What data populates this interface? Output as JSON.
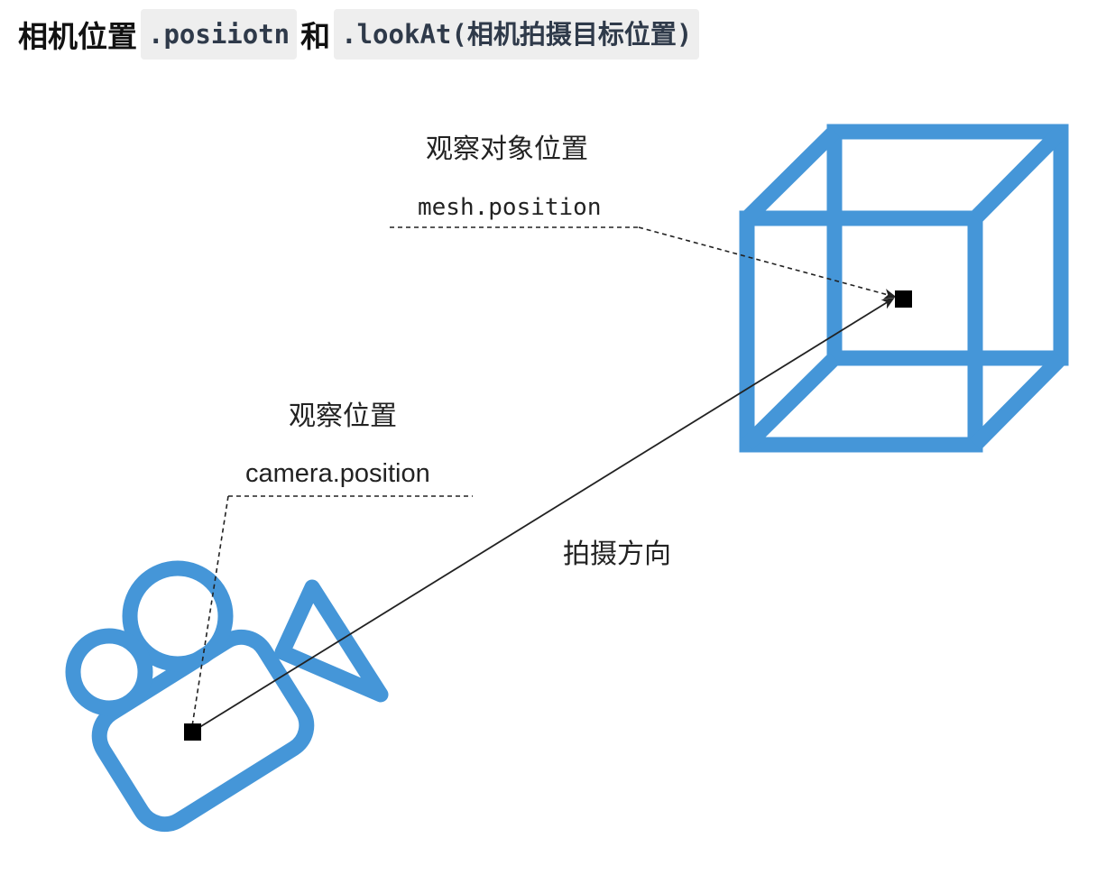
{
  "heading": {
    "part1": "相机位置",
    "code1": ".posiiotn",
    "part2": "和",
    "code2": ".lookAt(相机拍摄目标位置)"
  },
  "diagram": {
    "target_label": "观察对象位置",
    "target_code": "mesh.position",
    "camera_label": "观察位置",
    "camera_code": "camera.position",
    "direction_label": "拍摄方向"
  },
  "colors": {
    "icon_blue": "#4596d8",
    "line": "#222222",
    "marker": "#000000"
  },
  "icons": {
    "cube": "wireframe-cube-icon",
    "camera": "video-camera-icon"
  }
}
